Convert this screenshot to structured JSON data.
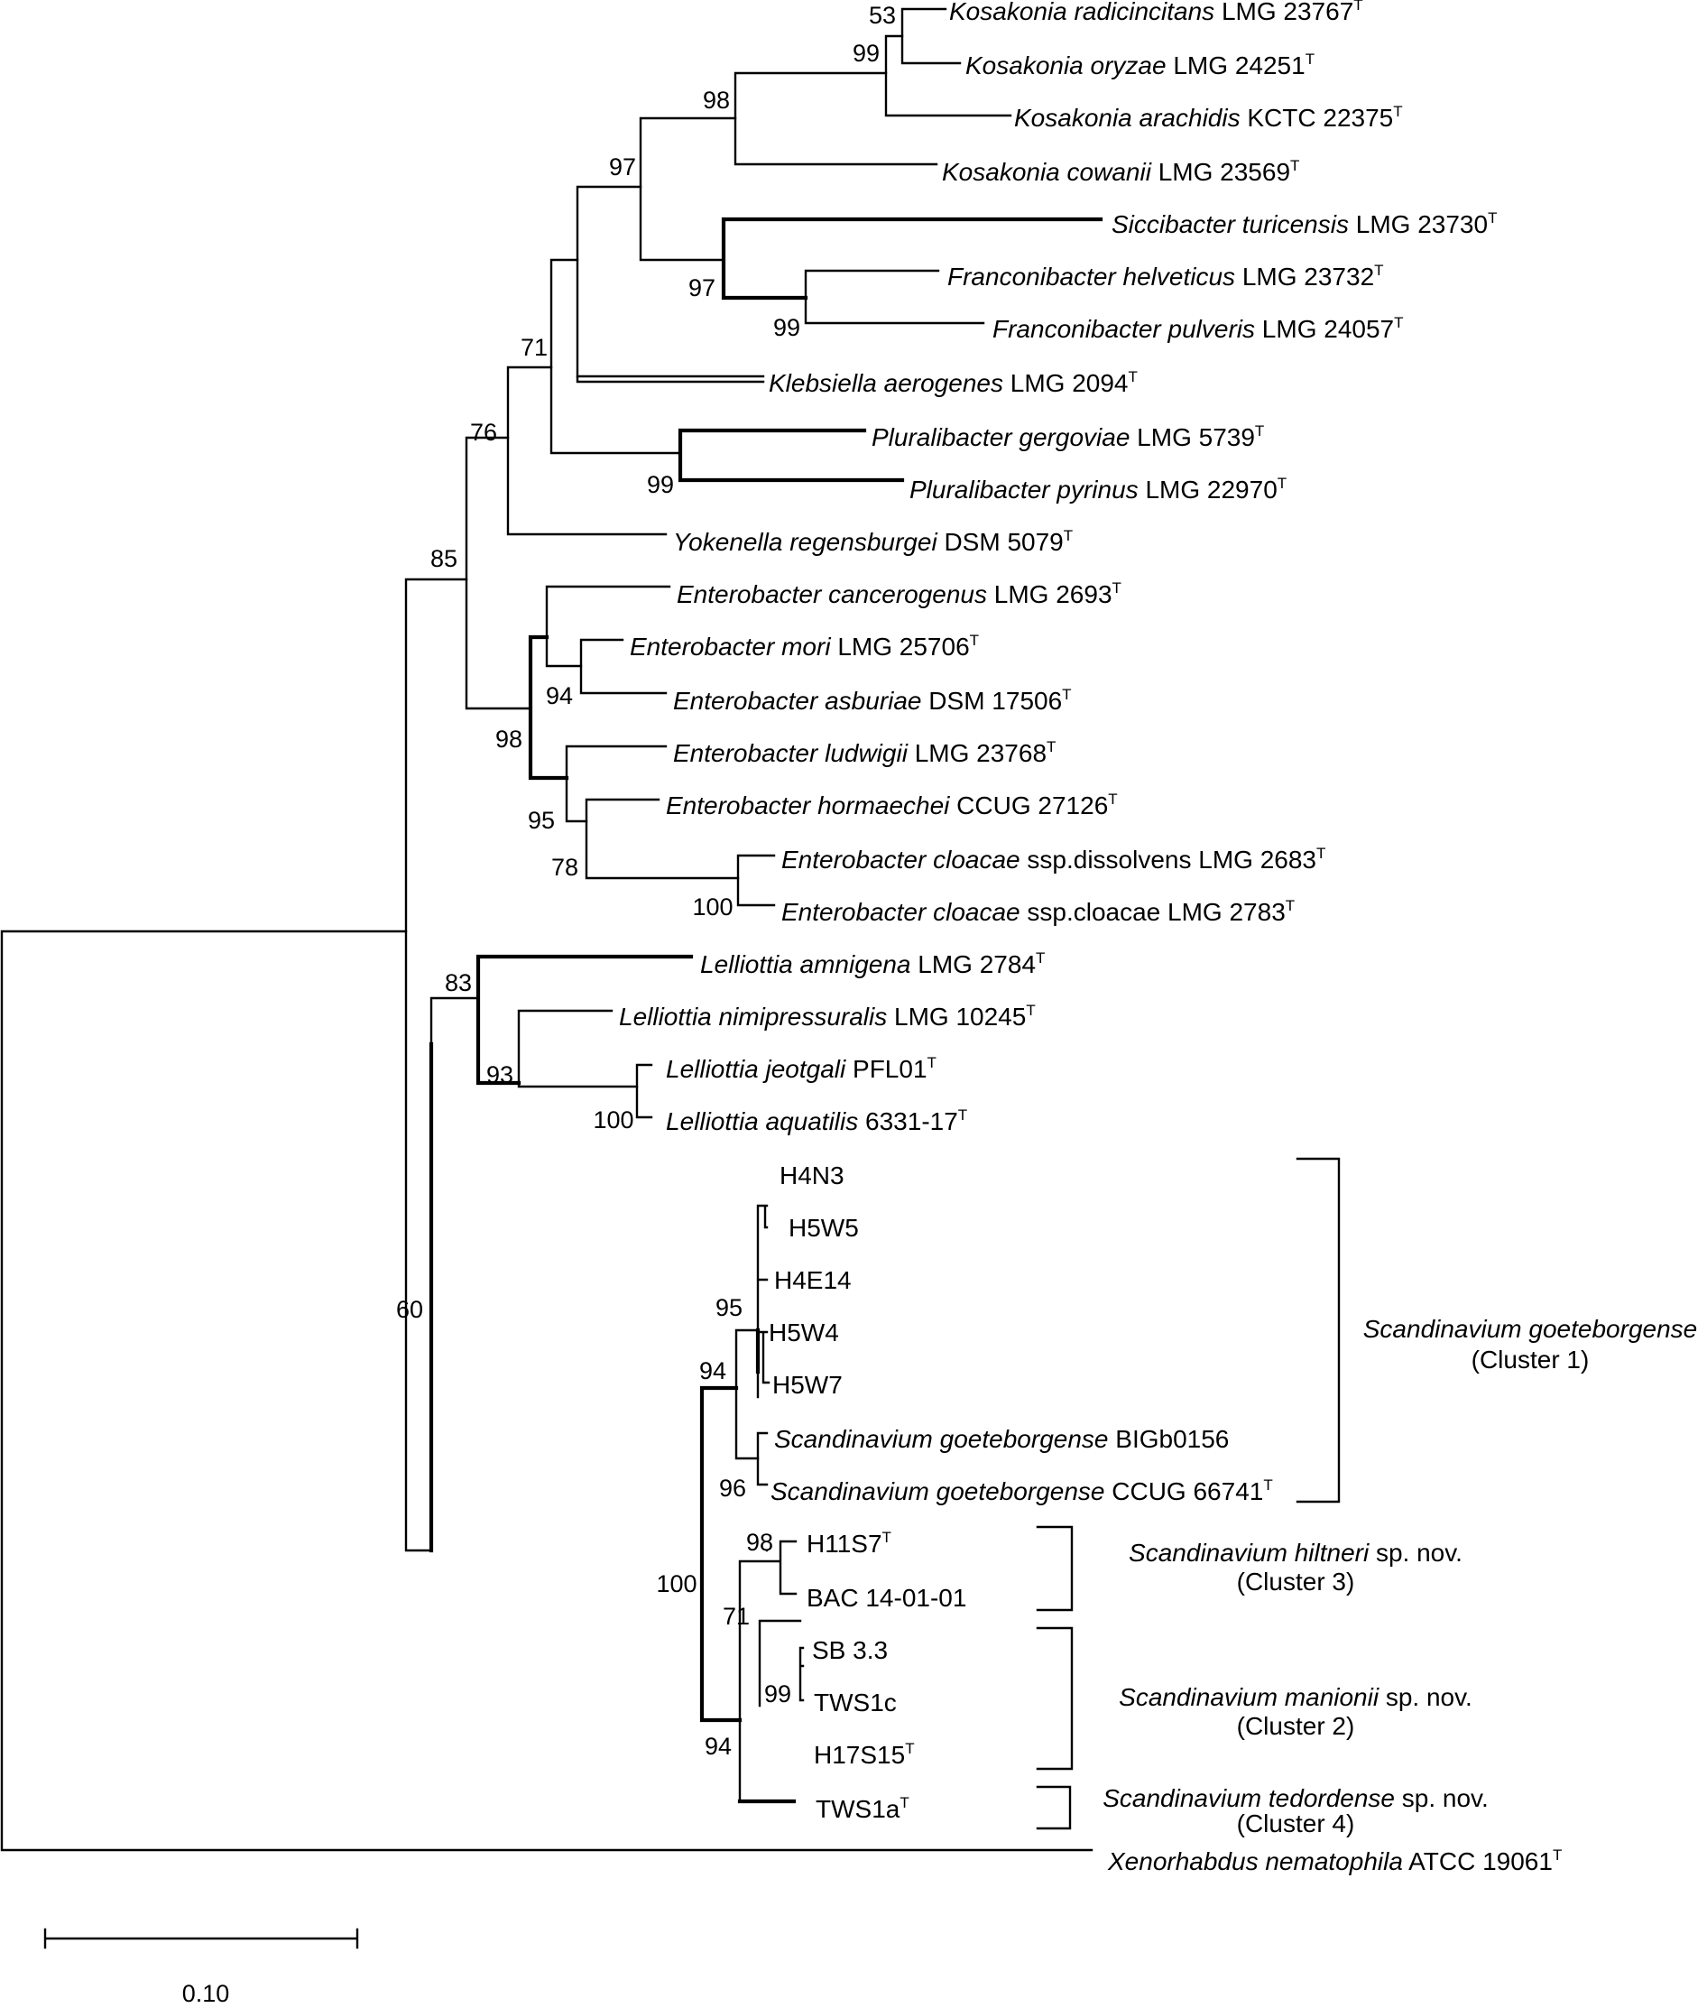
{
  "tree": {
    "scale_bar_label": "0.10",
    "leaves": [
      {
        "id": "k_rad",
        "it": "Kosakonia radicincitans",
        "rest": " LMG 23767",
        "sup": "T"
      },
      {
        "id": "k_ory",
        "it": "Kosakonia oryzae",
        "rest": " LMG 24251",
        "sup": "T"
      },
      {
        "id": "k_ara",
        "it": "Kosakonia arachidis",
        "rest": " KCTC 22375",
        "sup": "T"
      },
      {
        "id": "k_cow",
        "it": "Kosakonia cowanii",
        "rest": " LMG 23569",
        "sup": "T"
      },
      {
        "id": "s_tur",
        "it": "Siccibacter turicensis",
        "rest": " LMG 23730",
        "sup": "T"
      },
      {
        "id": "f_hel",
        "it": "Franconibacter helveticus",
        "rest": " LMG 23732",
        "sup": "T"
      },
      {
        "id": "f_pul",
        "it": "Franconibacter pulveris",
        "rest": " LMG 24057",
        "sup": "T"
      },
      {
        "id": "kl_aer",
        "it": "Klebsiella aerogenes",
        "rest": " LMG 2094",
        "sup": "T"
      },
      {
        "id": "p_ger",
        "it": "Pluralibacter gergoviae",
        "rest": " LMG 5739",
        "sup": "T"
      },
      {
        "id": "p_pyr",
        "it": "Pluralibacter pyrinus",
        "rest": " LMG 22970",
        "sup": "T"
      },
      {
        "id": "y_reg",
        "it": "Yokenella regensburgei",
        "rest": " DSM 5079",
        "sup": "T"
      },
      {
        "id": "e_can",
        "it": "Enterobacter cancerogenus",
        "rest": " LMG 2693",
        "sup": "T"
      },
      {
        "id": "e_mor",
        "it": "Enterobacter mori",
        "rest": " LMG 25706",
        "sup": "T"
      },
      {
        "id": "e_asb",
        "it": "Enterobacter asburiae",
        "rest": " DSM 17506",
        "sup": "T"
      },
      {
        "id": "e_lud",
        "it": "Enterobacter ludwigii",
        "rest": " LMG 23768",
        "sup": "T"
      },
      {
        "id": "e_hor",
        "it": "Enterobacter hormaechei",
        "rest": " CCUG 27126",
        "sup": "T"
      },
      {
        "id": "e_clo_d",
        "it": "Enterobacter cloacae",
        "rest": " ssp.dissolvens LMG 2683",
        "sup": "T"
      },
      {
        "id": "e_clo_c",
        "it": "Enterobacter cloacae",
        "rest": " ssp.cloacae LMG 2783",
        "sup": "T"
      },
      {
        "id": "l_amn",
        "it": "Lelliottia amnigena",
        "rest": " LMG 2784",
        "sup": "T"
      },
      {
        "id": "l_nim",
        "it": "Lelliottia nimipressuralis",
        "rest": " LMG 10245",
        "sup": "T"
      },
      {
        "id": "l_jeo",
        "it": "Lelliottia jeotgali",
        "rest": " PFL01",
        "sup": "T"
      },
      {
        "id": "l_aqu",
        "it": "Lelliottia aquatilis",
        "rest": " 6331-17",
        "sup": "T"
      },
      {
        "id": "h4n3",
        "it": "",
        "rest": "H4N3",
        "sup": ""
      },
      {
        "id": "h5w5",
        "it": "",
        "rest": "H5W5",
        "sup": ""
      },
      {
        "id": "h4e14",
        "it": "",
        "rest": "H4E14",
        "sup": ""
      },
      {
        "id": "h5w4",
        "it": "",
        "rest": "H5W4",
        "sup": ""
      },
      {
        "id": "h5w7",
        "it": "",
        "rest": "H5W7",
        "sup": ""
      },
      {
        "id": "sg_big",
        "it": "Scandinavium goeteborgense",
        "rest": " BIGb0156",
        "sup": ""
      },
      {
        "id": "sg_ccug",
        "it": "Scandinavium goeteborgense",
        "rest": " CCUG 66741",
        "sup": "T"
      },
      {
        "id": "h11s7",
        "it": "",
        "rest": "H11S7",
        "sup": "T"
      },
      {
        "id": "bac",
        "it": "",
        "rest": "BAC 14-01-01",
        "sup": ""
      },
      {
        "id": "sb33",
        "it": "",
        "rest": "SB 3.3",
        "sup": ""
      },
      {
        "id": "tws1c",
        "it": "",
        "rest": "TWS1c",
        "sup": ""
      },
      {
        "id": "h17s15",
        "it": "",
        "rest": "H17S15",
        "sup": "T"
      },
      {
        "id": "tws1a",
        "it": "",
        "rest": "TWS1a",
        "sup": "T"
      },
      {
        "id": "x_nem",
        "it": "Xenorhabdus nematophila",
        "rest": " ATCC 19061",
        "sup": "T"
      }
    ],
    "bootstrap": [
      {
        "id": "b53",
        "value": "53"
      },
      {
        "id": "b99a",
        "value": "99"
      },
      {
        "id": "b98a",
        "value": "98"
      },
      {
        "id": "b97a",
        "value": "97"
      },
      {
        "id": "b97b",
        "value": "97"
      },
      {
        "id": "b99b",
        "value": "99"
      },
      {
        "id": "b71a",
        "value": "71"
      },
      {
        "id": "b76",
        "value": "76"
      },
      {
        "id": "b99c",
        "value": "99"
      },
      {
        "id": "b85",
        "value": "85"
      },
      {
        "id": "b94a",
        "value": "94"
      },
      {
        "id": "b98b",
        "value": "98"
      },
      {
        "id": "b95a",
        "value": "95"
      },
      {
        "id": "b78",
        "value": "78"
      },
      {
        "id": "b100a",
        "value": "100"
      },
      {
        "id": "b83",
        "value": "83"
      },
      {
        "id": "b93",
        "value": "93"
      },
      {
        "id": "b100b",
        "value": "100"
      },
      {
        "id": "b60",
        "value": "60"
      },
      {
        "id": "b95b",
        "value": "95"
      },
      {
        "id": "b94b",
        "value": "94"
      },
      {
        "id": "b96",
        "value": "96"
      },
      {
        "id": "b98c",
        "value": "98"
      },
      {
        "id": "b100c",
        "value": "100"
      },
      {
        "id": "b71b",
        "value": "71"
      },
      {
        "id": "b99d",
        "value": "99"
      },
      {
        "id": "b94c",
        "value": "94"
      }
    ],
    "clusters": [
      {
        "id": "c1",
        "it": "Scandinavium goeteborgense",
        "rest": "",
        "line2": "(Cluster 1)"
      },
      {
        "id": "c3",
        "it": "Scandinavium hiltneri",
        "rest": " sp. nov.",
        "line2": "(Cluster 3)"
      },
      {
        "id": "c2",
        "it": "Scandinavium manionii",
        "rest": " sp. nov.",
        "line2": "(Cluster 2)"
      },
      {
        "id": "c4",
        "it": "Scandinavium tedordense",
        "rest": " sp. nov.",
        "line2": "(Cluster 4)"
      }
    ]
  }
}
